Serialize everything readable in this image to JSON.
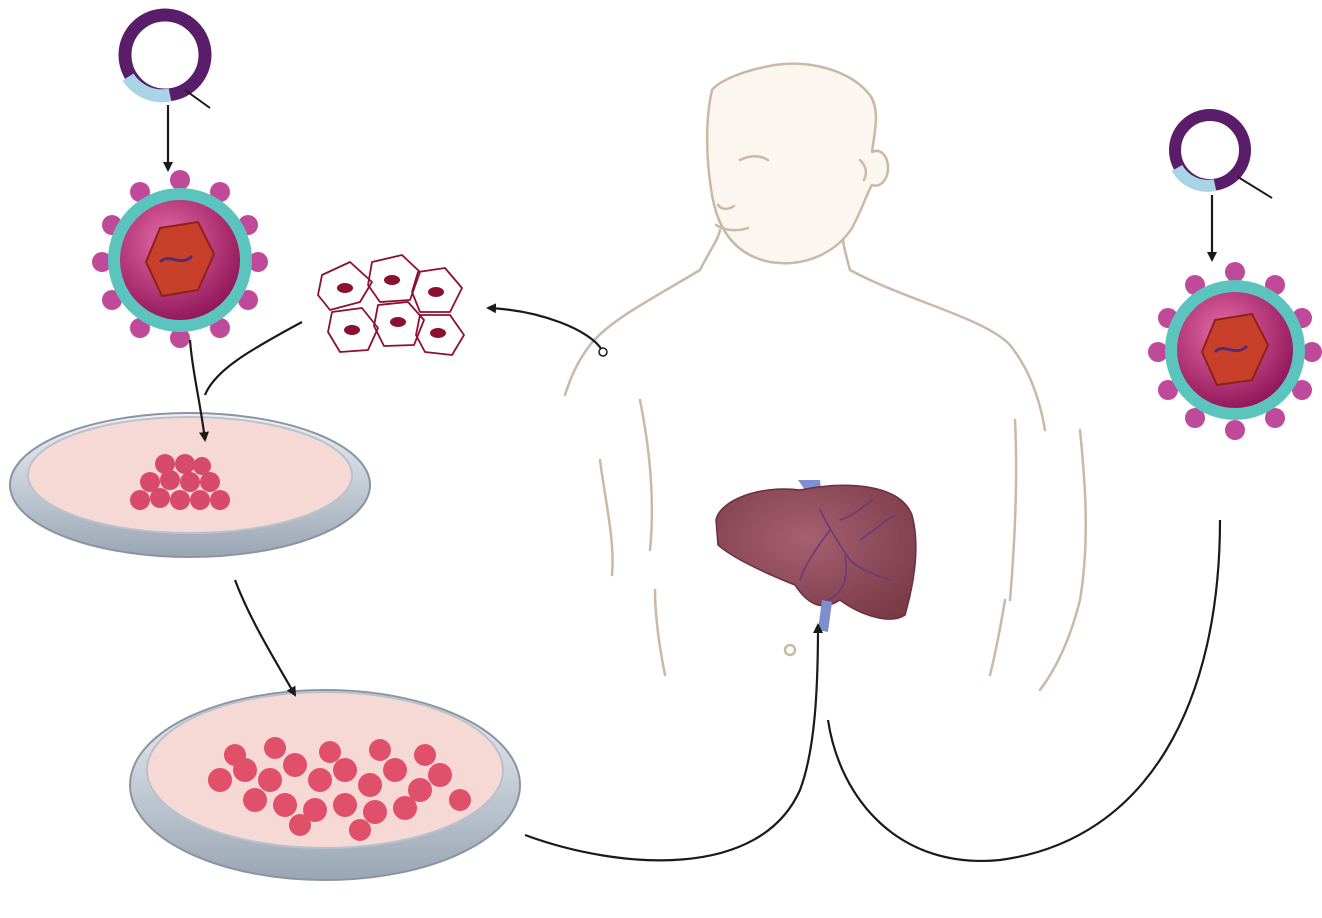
{
  "diagram": {
    "colors": {
      "plasmid": "#5a1d6a",
      "gene_insert": "#a9d4e6",
      "virus_core": "#b0206a",
      "virus_coat": "#5bc4be",
      "virus_spikes": "#c04a9a",
      "capsid": "#c8402a",
      "cell_outline": "#8c1030",
      "cell_nucleus": "#8c1030",
      "dish_medium": "#f6d9d4",
      "cell_colony": "#e0506a",
      "body_outline": "#c9b9a6",
      "liver": "#8e4a58",
      "vessel": "#7e8fd0",
      "arrow": "#1a1a1a"
    },
    "elements": [
      "plasmid-left",
      "plasmid-right",
      "viral-vector-left",
      "viral-vector-right",
      "skin-cells",
      "culture-dish-initial",
      "culture-dish-expanded",
      "human-torso",
      "liver"
    ]
  }
}
